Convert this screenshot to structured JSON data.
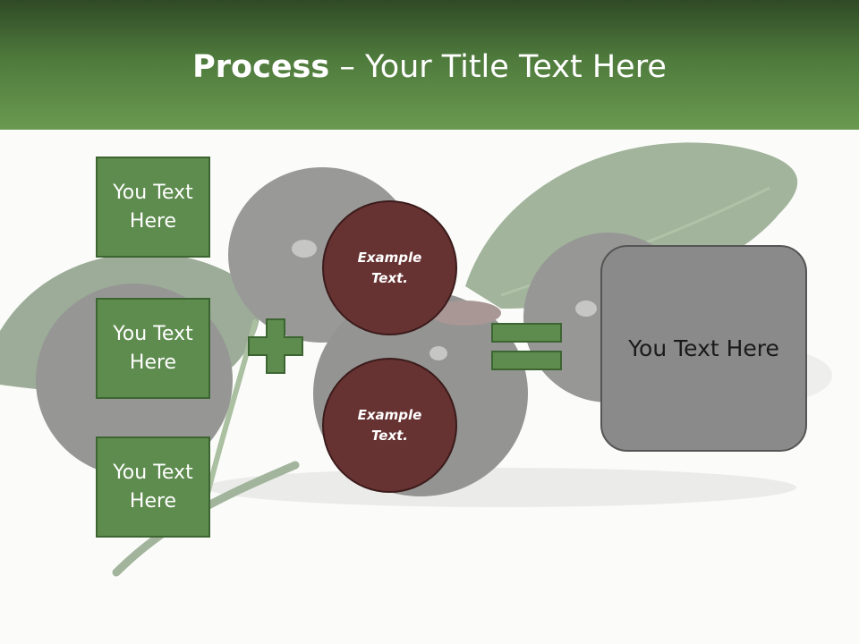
{
  "slide": {
    "title_bold": "Process",
    "title_rest": " – Your Title Text Here"
  },
  "inputs": [
    {
      "label": "You Text Here"
    },
    {
      "label": "You Text Here"
    },
    {
      "label": "You Text Here"
    }
  ],
  "examples": [
    {
      "label": "Example Text."
    },
    {
      "label": "Example Text."
    }
  ],
  "result": {
    "label": "You Text Here"
  },
  "operators": {
    "plus": "plus-icon",
    "equals": "equals-icon"
  },
  "colors": {
    "header": "#4e7a3c",
    "box_fill": "#5e8b4e",
    "circle_fill": "#673232",
    "result_fill": "#8a8a8a"
  }
}
